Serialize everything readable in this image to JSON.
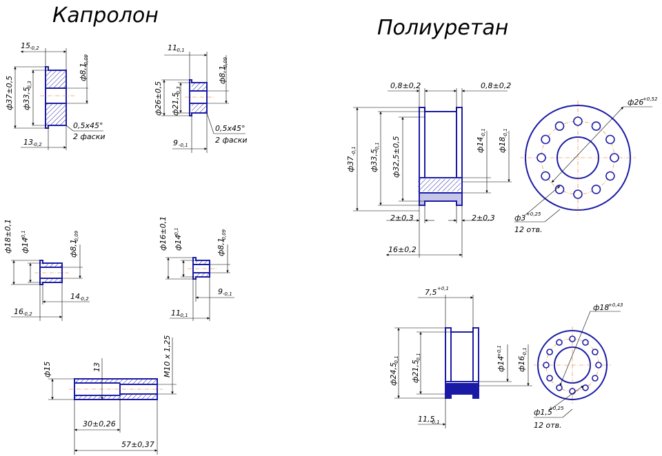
{
  "titles": {
    "left": "Капролон",
    "right": "Полиуретан"
  },
  "part1": {
    "d_outer": "ф37±0,5",
    "d_mid": "ф33,5",
    "d_mid_tol": "-0,3",
    "d_bore": "ф8,1",
    "d_bore_tol": "-0,09",
    "len_top": "15",
    "len_top_tol": "-0,2",
    "len_bottom": "13",
    "len_bottom_tol": "-0,2",
    "chamfer": "0,5x45°",
    "chamfer_note": "2 фаски"
  },
  "part2": {
    "d_outer": "ф26±0,5",
    "d_mid": "ф21,5",
    "d_mid_tol": "-0,3",
    "d_bore": "ф8,1",
    "d_bore_tol": "-0,09",
    "len_top": "11",
    "len_top_tol": "-0,1",
    "len_bottom": "9",
    "len_bottom_tol": "-0,1",
    "chamfer": "0,5x45°",
    "chamfer_note": "2 фаски"
  },
  "part3": {
    "d_outer": "ф18±0,1",
    "d_mid": "ф14",
    "d_mid_tol": "-0,1",
    "d_bore": "ф8,1",
    "d_bore_tol": "-0,09",
    "len_inner": "14",
    "len_inner_tol": "-0,2",
    "len_total": "16",
    "len_total_tol": "-0,2"
  },
  "part4": {
    "d_outer": "ф16±0,1",
    "d_mid": "ф14",
    "d_mid_tol": "-0,1",
    "d_bore": "ф8,1",
    "d_bore_tol": "-0,09",
    "len_inner": "9",
    "len_inner_tol": "-0,1",
    "len_total": "11",
    "len_total_tol": "-0,1"
  },
  "part5": {
    "d_outer": "ф15",
    "d_inner": "13",
    "thread": "M10 x 1,25",
    "len_inner": "30±0,26",
    "len_total": "57±0,37"
  },
  "part6": {
    "flange_left": "0,8±0,2",
    "flange_right": "0,8±0,2",
    "d_outer": "ф37",
    "d_outer_tol": "-0,1",
    "d_mid": "ф33,5",
    "d_mid_tol": "-0,1",
    "d_groove": "ф32,5±0,5",
    "d_bore": "ф14",
    "d_bore_tol": "-0,1",
    "d_step": "ф18",
    "d_step_tol": "-0,1",
    "rim_left": "2±0,3",
    "rim_right": "2±0,3",
    "length": "16±0,2",
    "d_pcd": "ф26",
    "d_pcd_tol": "+0,52",
    "hole_d": "ф3",
    "hole_d_tol": "+0,25",
    "hole_count": "12 отв."
  },
  "part7": {
    "width": "7,5",
    "width_tol": "+0,1",
    "d_outer": "ф24,5",
    "d_outer_tol": "-0,1",
    "d_mid": "ф21,5",
    "d_mid_tol": "-0,1",
    "d_bore": "ф14",
    "d_bore_tol": "+0,1",
    "d_step": "ф16",
    "d_step_tol": "-0,1",
    "length": "11,5",
    "length_tol": "-0,1",
    "d_pcd": "ф18",
    "d_pcd_tol": "+0,43",
    "hole_d": "ф1,5",
    "hole_d_tol": "+0,25",
    "hole_count": "12 отв."
  },
  "colors": {
    "part": "#1a1aa6",
    "dimension": "#000000",
    "axis": "#e0701a"
  }
}
